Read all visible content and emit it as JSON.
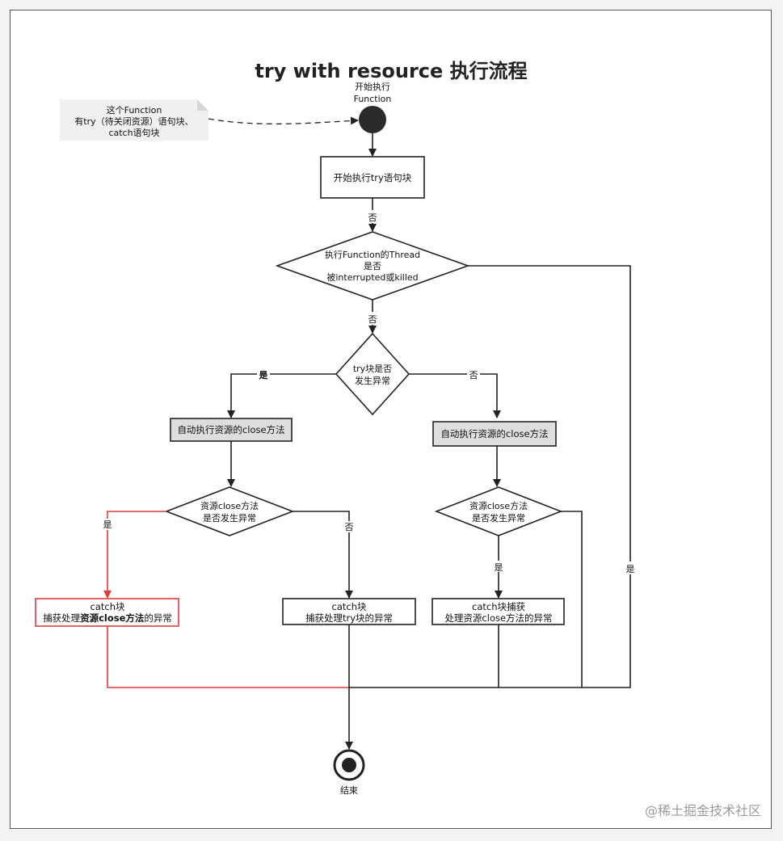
{
  "title": "try with resource 执行流程",
  "start": {
    "label1": "开始执行",
    "label2": "Function"
  },
  "note": {
    "line1": "这个Function",
    "line2": "有try（待关闭资源）语句块、",
    "line3": "catch语句块"
  },
  "box_try": "开始执行try语句块",
  "label_no1": "否",
  "diamond_thread": {
    "line1": "执行Function的Thread",
    "line2": "是否",
    "line3": "被interrupted或killed"
  },
  "label_no2": "否",
  "diamond_try": {
    "line1": "try块是否",
    "line2": "发生异常"
  },
  "label_yes_left": "是",
  "label_no_right": "否",
  "box_close_left": "自动执行资源的close方法",
  "box_close_right": "自动执行资源的close方法",
  "diamond_close_left": {
    "line1": "资源close方法",
    "line2": "是否发生异常"
  },
  "diamond_close_right": {
    "line1": "资源close方法",
    "line2": "是否发生异常"
  },
  "label_yes_red": "是",
  "label_no_mid": "否",
  "label_yes_right": "是",
  "label_yes_far": "是",
  "catch_red": {
    "line1": "catch块",
    "line2a": "捕获处理",
    "line2b": "资源close方法",
    "line2c": "的异常"
  },
  "catch_mid": {
    "line1": "catch块",
    "line2": "捕获处理try块的异常"
  },
  "catch_right": {
    "line1": "catch块捕获",
    "line2": "处理资源close方法的异常"
  },
  "end": "结束",
  "watermark": "@稀土掘金技术社区",
  "colors": {
    "red": "#e03c3c",
    "gray_box": "#dedede",
    "note_bg": "#f0f0f0"
  }
}
